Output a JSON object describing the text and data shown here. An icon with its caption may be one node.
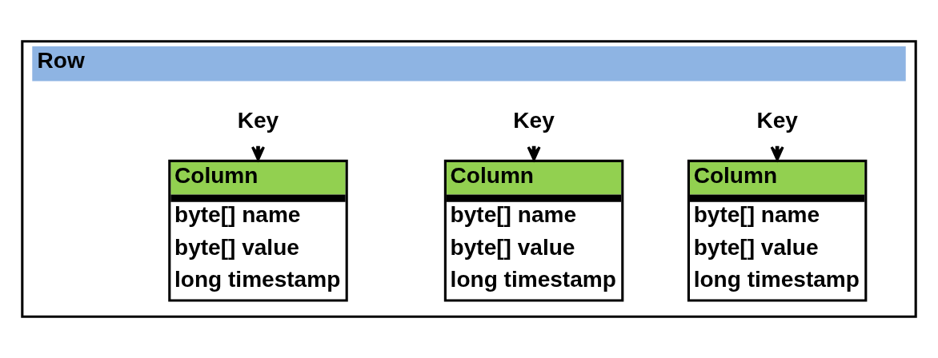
{
  "diagram": {
    "nodes": [
      {
        "text": [
          "Row"
        ]
      },
      {
        "text": [
          "Key"
        ],
        "in": 0
      },
      {
        "text": [
          "Key"
        ],
        "in": 0
      },
      {
        "text": [
          "Key"
        ],
        "in": 0
      },
      {
        "text": [
          "Column",
          "byte[] name",
          "byte[] value",
          "long timestamp"
        ],
        "in": 0
      },
      {
        "text": [
          "Column",
          "byte[] name",
          "byte[] value",
          "long timestamp"
        ],
        "in": 0
      },
      {
        "text": [
          "Column",
          "byte[] name",
          "byte[] value",
          "long timestamp"
        ],
        "in": 0
      }
    ],
    "edges": [
      {
        "from": 1,
        "to": 4,
        "arrow": "to"
      },
      {
        "from": 2,
        "to": 5,
        "arrow": "to"
      },
      {
        "from": 3,
        "to": 6,
        "arrow": "to"
      }
    ]
  }
}
